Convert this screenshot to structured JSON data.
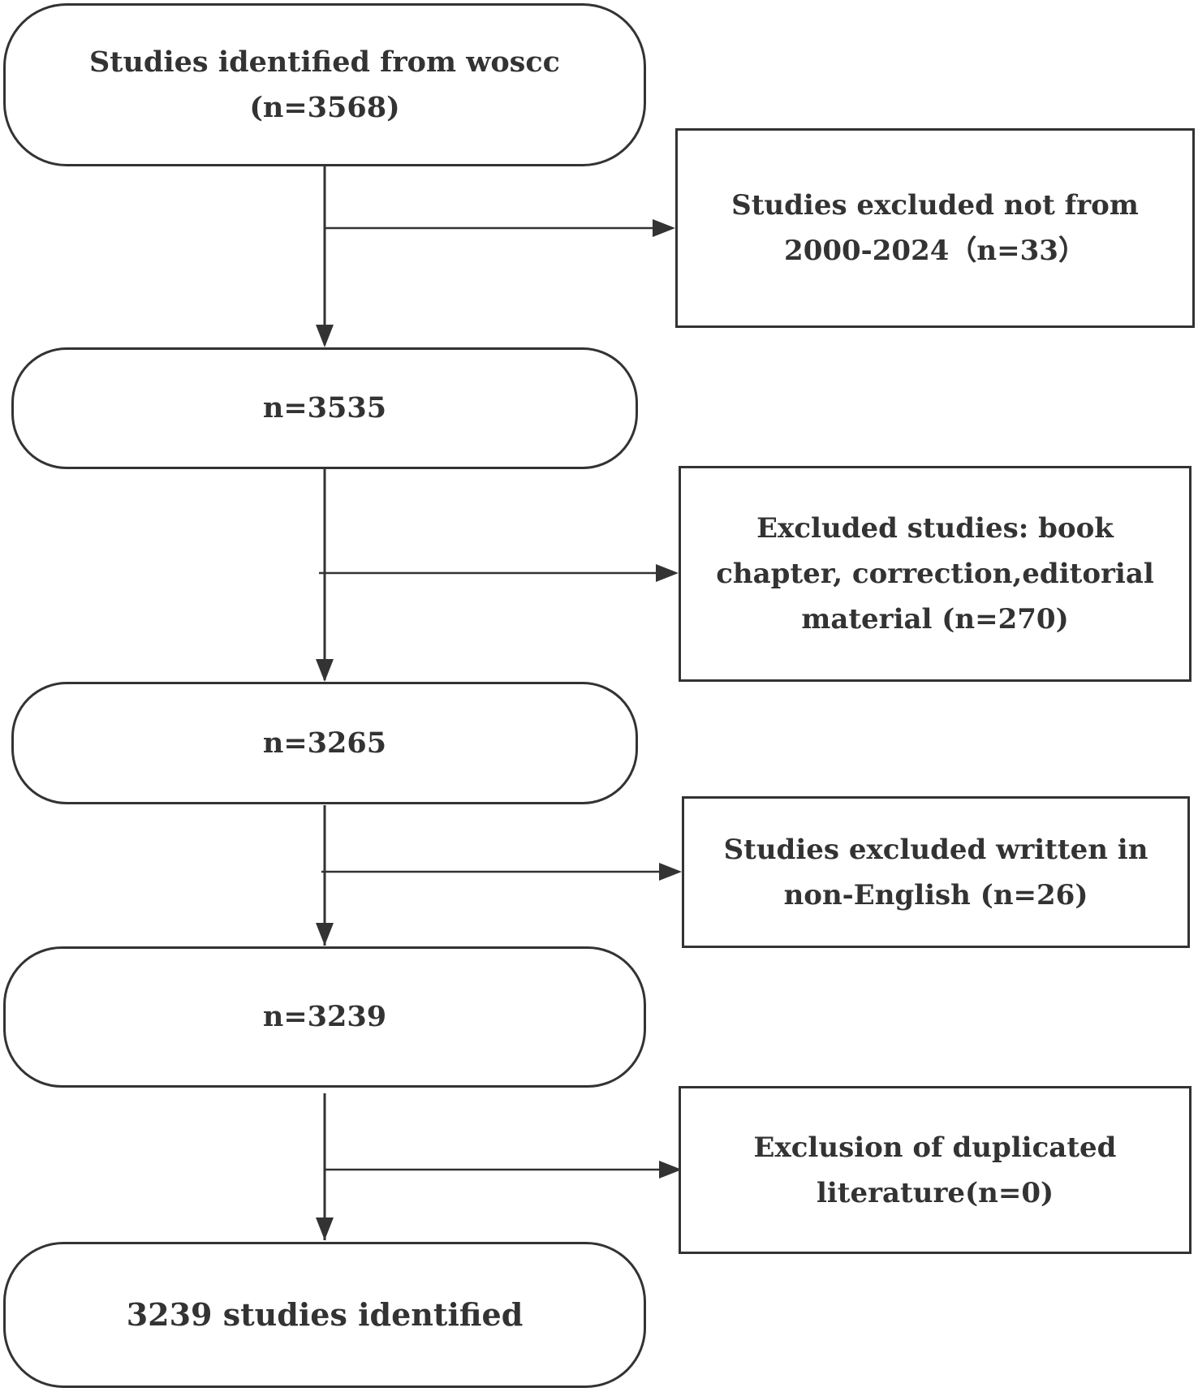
{
  "colors": {
    "stroke": "#333333",
    "background": "#ffffff",
    "text": "#333333"
  },
  "flow": {
    "start": "Studies identified from woscc\n(n=3568)",
    "step1": "n=3535",
    "step2": "n=3265",
    "step3": "n=3239",
    "final": "3239 studies identified"
  },
  "exclusions": {
    "years": "Studies excluded not from\n2000-2024（n=33）",
    "types": "Excluded studies: book\nchapter, correction,editorial\nmaterial (n=270)",
    "language": "Studies excluded written in\nnon-English (n=26)",
    "duplicates": "Exclusion of duplicated\nliterature(n=0)"
  }
}
